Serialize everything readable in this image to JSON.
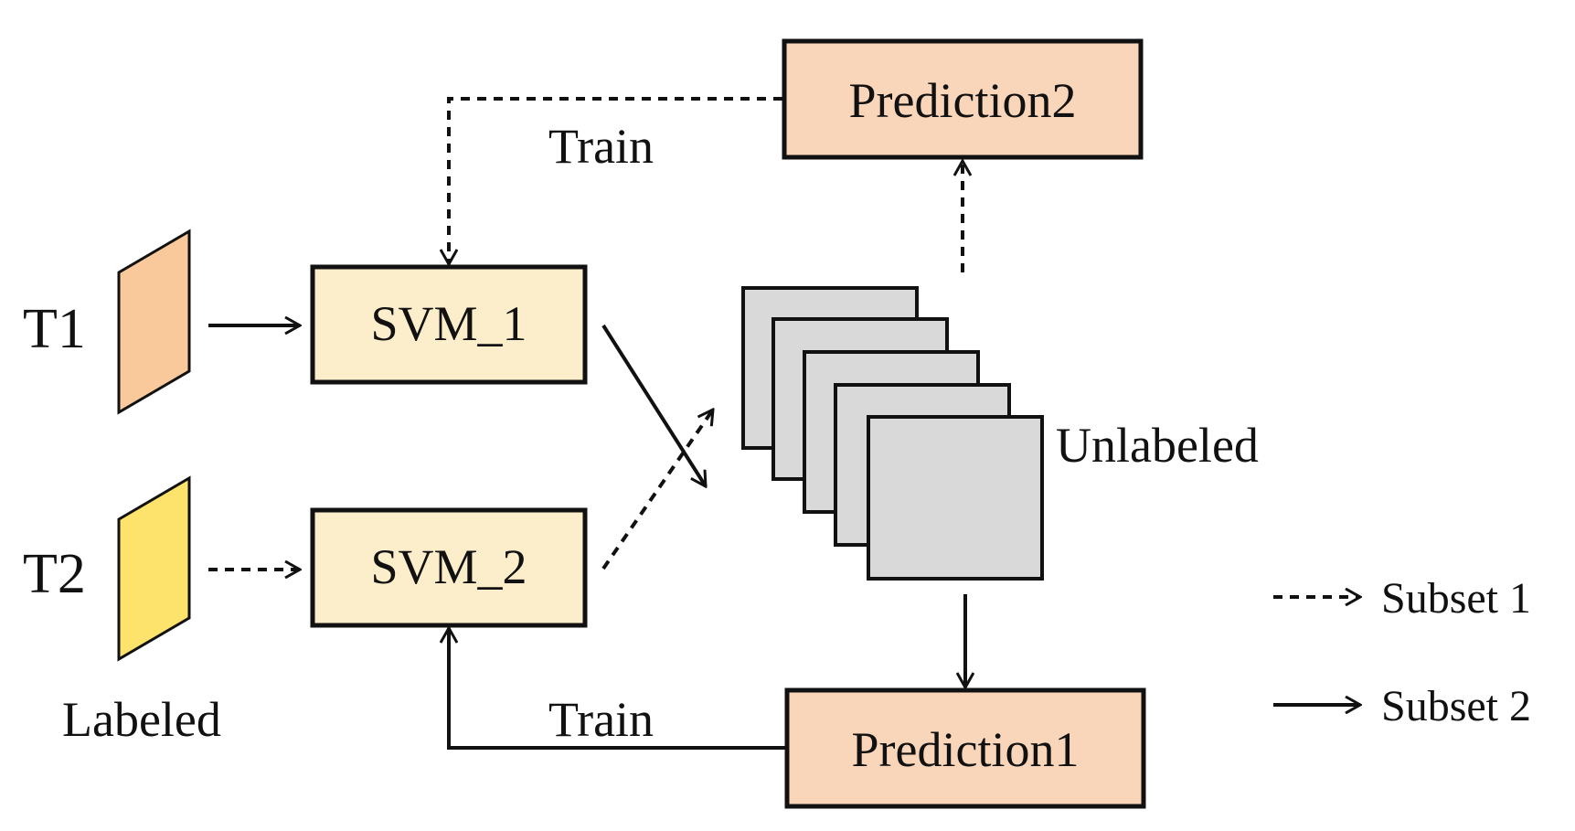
{
  "labels": {
    "t1": "T1",
    "t2": "T2",
    "labeled": "Labeled",
    "unlabeled": "Unlabeled",
    "svm1": "SVM_1",
    "svm2": "SVM_2",
    "prediction1": "Prediction1",
    "prediction2": "Prediction2",
    "train_top": "Train",
    "train_bottom": "Train"
  },
  "legend": {
    "subset1": "Subset 1",
    "subset2": "Subset 2"
  },
  "colors": {
    "t1_fill": "#f9c89b",
    "t2_fill": "#fde26b",
    "svm_fill": "#fdeecb",
    "prediction_fill": "#f9d5b9",
    "unlabeled_fill": "#d9d9d9",
    "stroke": "#111111"
  }
}
